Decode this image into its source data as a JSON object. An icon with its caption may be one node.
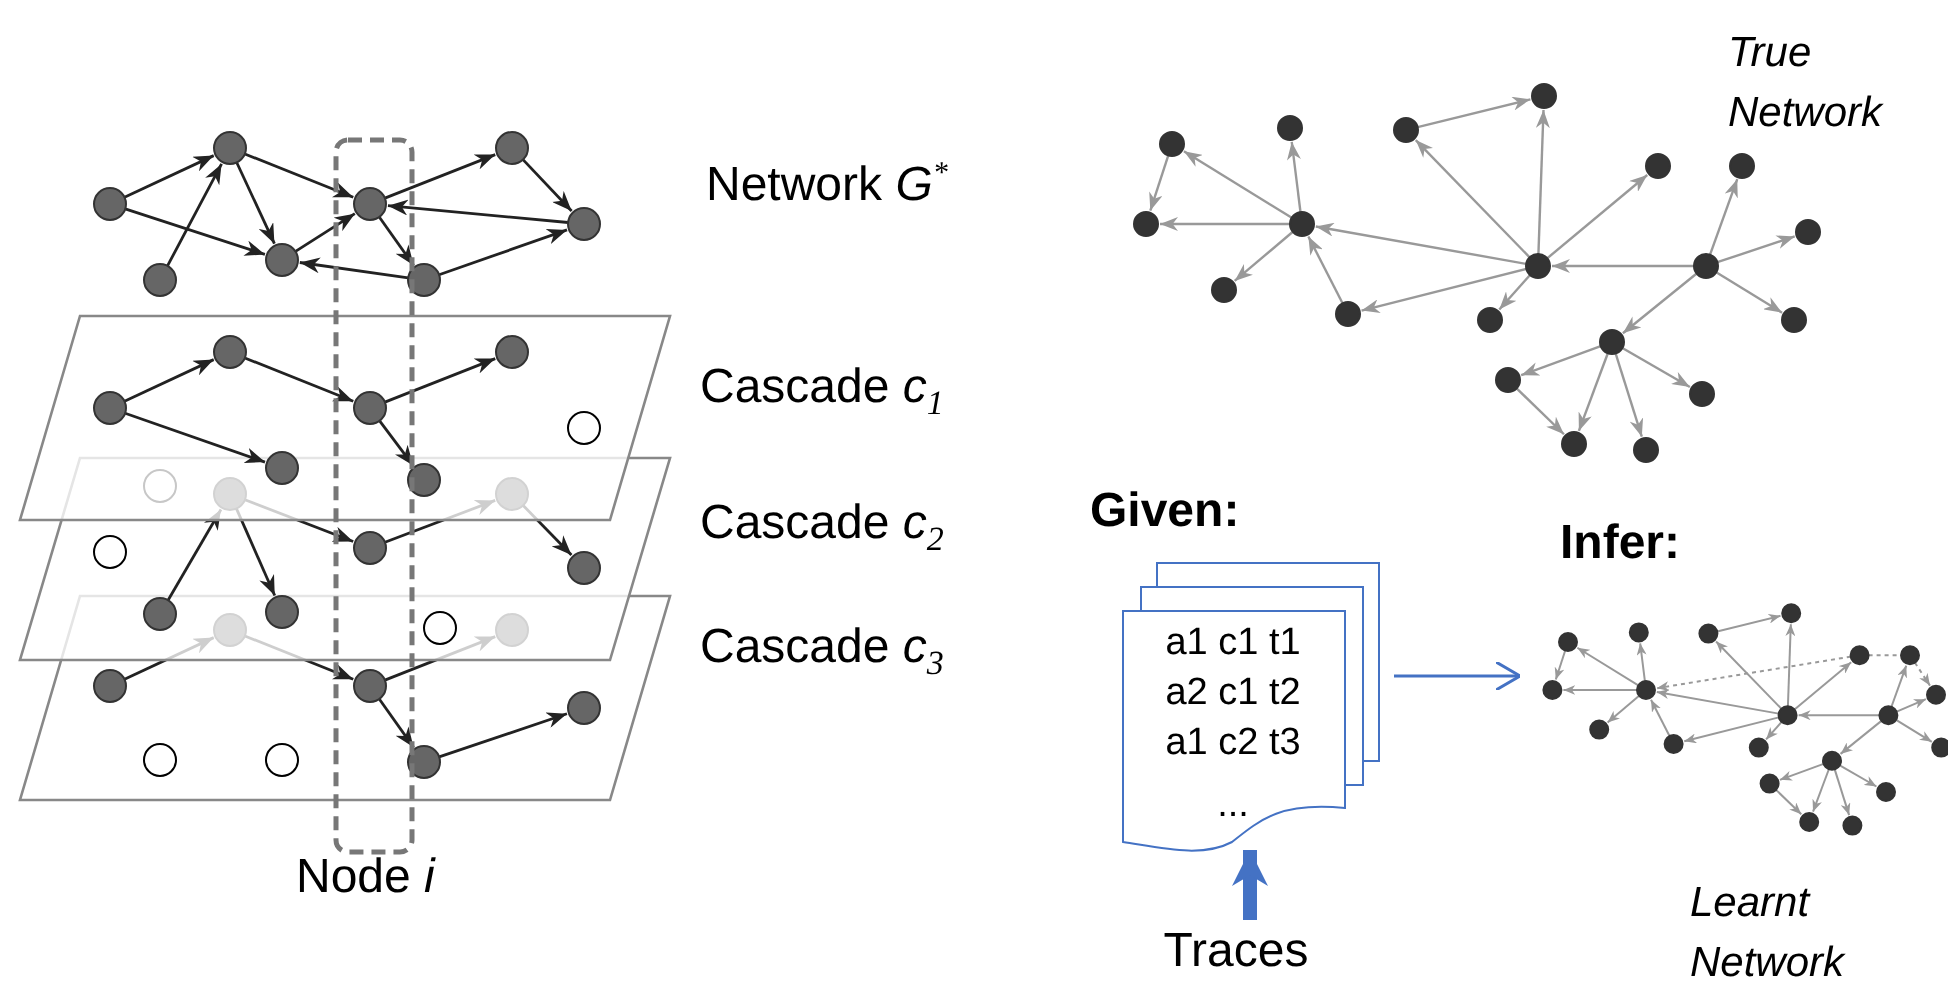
{
  "diagram": {
    "nodes": [
      {
        "text": [
          "a1 c1 t1",
          "a2 c1 t2",
          "a1 c2 t3",
          "..."
        ]
      },
      {
        "text": [
          "Traces"
        ]
      },
      {
        "text": [],
        "shape": "picture"
      }
    ],
    "edges": [
      {
        "from": 1,
        "to": 0,
        "arrow": "to",
        "style": "thick"
      },
      {
        "from": 0,
        "to": 2,
        "arrow": "to"
      }
    ],
    "labels": [
      "True Network",
      "Network *G*$^{*}$",
      "Cascade *c*$_{1}$",
      "Cascade *c*$_{2}$",
      "Cascade *c*$_{3}$",
      "Given:",
      "Infer:",
      "Node *i*",
      "Learnt Network"
    ]
  }
}
